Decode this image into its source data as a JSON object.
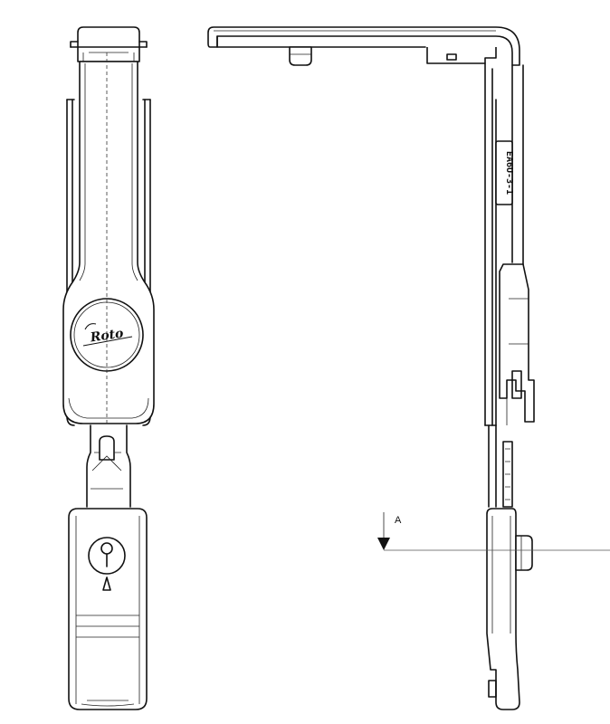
{
  "section_marker": {
    "label": "A"
  },
  "part_stamp": {
    "text": "EA6U-3-1"
  },
  "logo": {
    "text": "Roto",
    "reproduced_as_picture": true
  },
  "lock_marker": {
    "symbol": "Δ"
  },
  "colors": {
    "line": "#111111",
    "background": "#ffffff"
  }
}
